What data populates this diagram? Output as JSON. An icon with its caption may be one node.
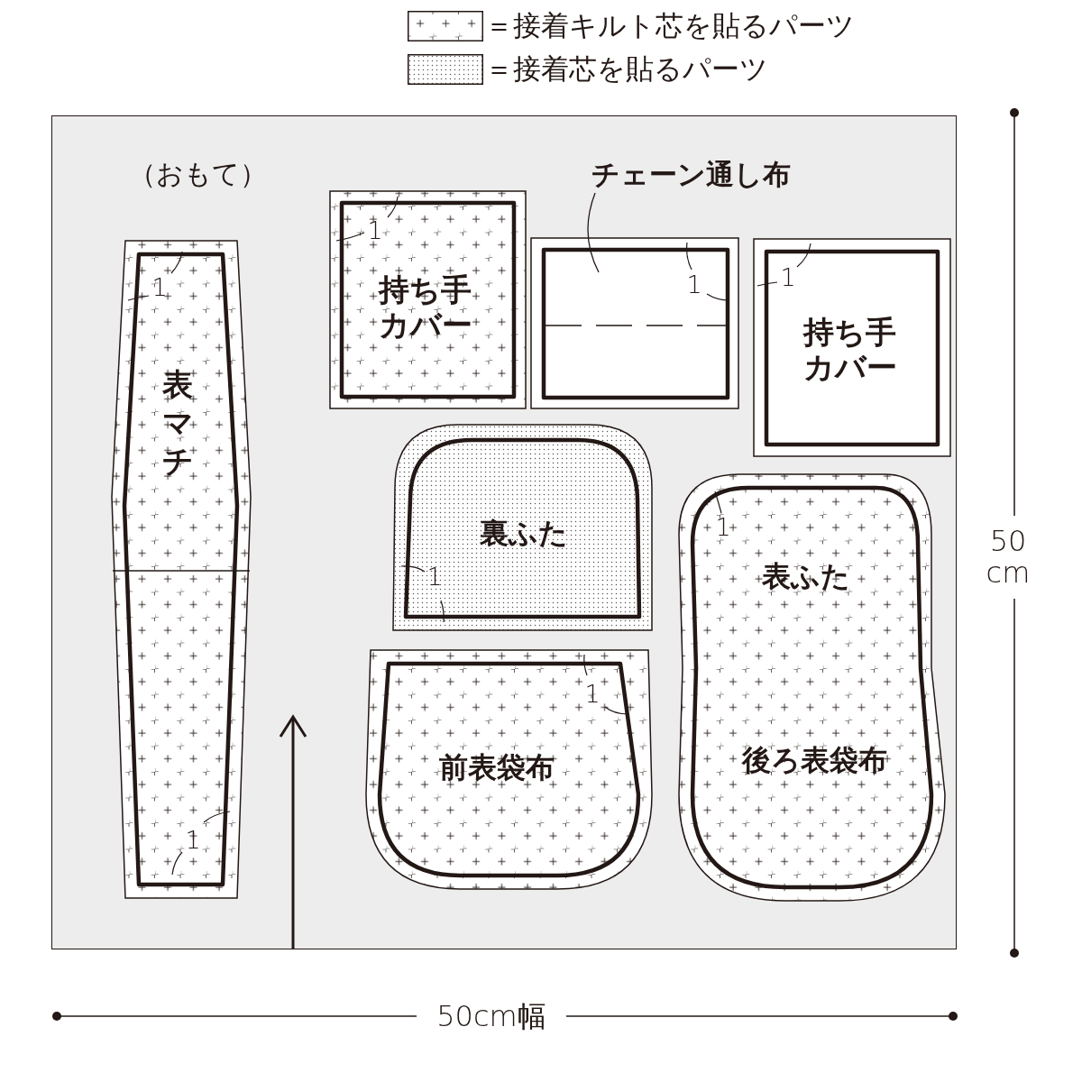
{
  "diagram": {
    "nodes": [
      {
        "text": [
          "（おもて）"
        ]
      },
      {
        "text": [
          "表マチ"
        ],
        "in": 0
      },
      {
        "text": [
          "持ち手カバー"
        ],
        "in": 0
      },
      {
        "text": [
          "チェーン通し布"
        ],
        "in": 0
      },
      {
        "text": [],
        "shape": "box",
        "in": 0
      },
      {
        "text": [
          "持ち手カバー"
        ],
        "in": 0
      },
      {
        "text": [
          "裏ふた"
        ],
        "in": 0
      },
      {
        "text": [
          "前表袋布"
        ],
        "in": 0
      },
      {
        "text": [
          "表ふた",
          "後ろ表袋布"
        ],
        "in": 0
      }
    ],
    "edges": [
      {
        "from": 3,
        "to": 4,
        "arrow": "none"
      }
    ],
    "labels": [
      "1",
      "1",
      "1",
      "1",
      "1",
      "1",
      "1",
      "1",
      "50 cm",
      "50cm幅"
    ],
    "legend": [
      {
        "text": "＝接着キルト芯を貼るパーツ"
      },
      {
        "text": "＝接着芯を貼るパーツ"
      }
    ]
  }
}
